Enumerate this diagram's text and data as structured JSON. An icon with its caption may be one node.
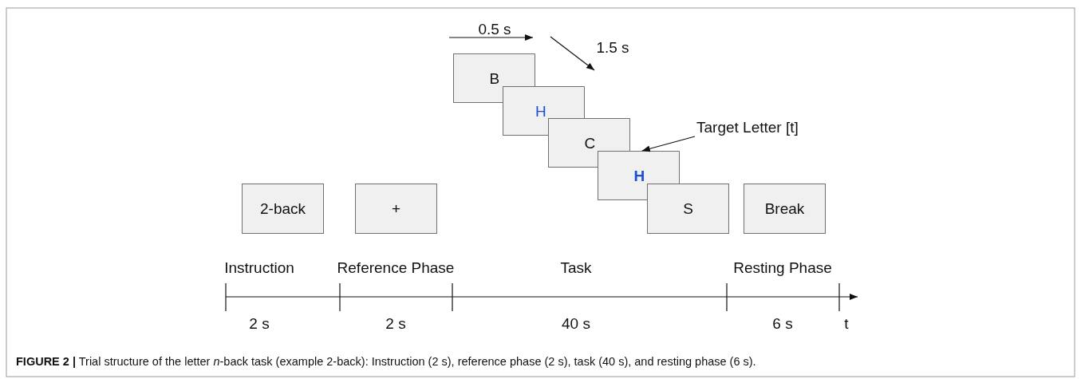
{
  "diagram": {
    "caption": "**FIGURE 2 |** Trial structure of the letter *n*-back task (example 2-back): Instruction (2 s), reference phase (2 s), task (40 s), and resting phase (6 s).",
    "nodes": [
      {
        "text": [
          "2-back"
        ]
      },
      {
        "text": [
          "+"
        ]
      },
      {
        "text": [
          "B"
        ]
      },
      {
        "text": [
          "H"
        ]
      },
      {
        "text": [
          "C"
        ]
      },
      {
        "text": [
          "H"
        ]
      },
      {
        "text": [
          "S"
        ]
      },
      {
        "text": [
          "Break"
        ]
      },
      {
        "text": [
          "Target Letter [t]"
        ]
      }
    ],
    "edges": [
      {
        "from": 8,
        "to": 5,
        "arrow": "to"
      }
    ],
    "labels": [
      "0.5 s",
      "1.5 s",
      "Instruction",
      "Reference Phase",
      "Task",
      "Resting Phase",
      "2 s",
      "2 s",
      "40 s",
      "6 s",
      "t"
    ]
  }
}
